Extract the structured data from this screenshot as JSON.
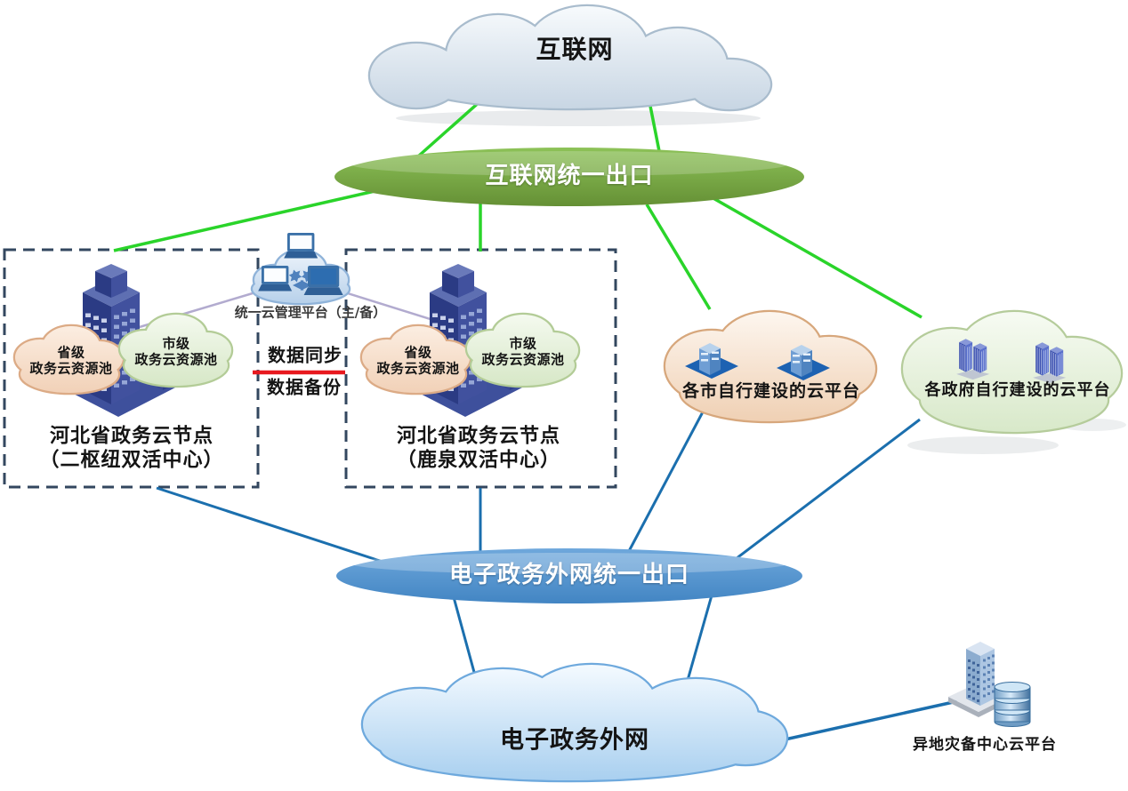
{
  "labels": {
    "internet": "互联网",
    "internet_exit": "互联网统一出口",
    "mgmt_platform": "统一云管理平台（主/备）",
    "data_sync": "数据同步",
    "data_backup": "数据备份",
    "node_left_line1": "河北省政务云节点",
    "node_left_line2": "（二枢纽双活中心）",
    "node_right_line1": "河北省政务云节点",
    "node_right_line2": "（鹿泉双活中心）",
    "pool_provincial_line1": "省级",
    "pool_provincial_line2": "政务云资源池",
    "pool_city_line1": "市级",
    "pool_city_line2": "政务云资源池",
    "city_platform": "各市自行建设的云平台",
    "gov_platform": "各政府自行建设的云平台",
    "extranet_exit": "电子政务外网统一出口",
    "extranet": "电子政务外网",
    "disaster_recovery": "异地灾备中心云平台"
  },
  "colors": {
    "internet_exit_ellipse": "#74a844",
    "extranet_exit_ellipse": "#5496d2",
    "internet_link_green": "#2ad42a",
    "extranet_link_blue": "#1b6fae",
    "mgmt_link_purple": "#b2abcf",
    "sync_backup_line_red": "#e8191f",
    "node_dashed_border": "#33475f",
    "building_navy": "#2b3b84"
  }
}
